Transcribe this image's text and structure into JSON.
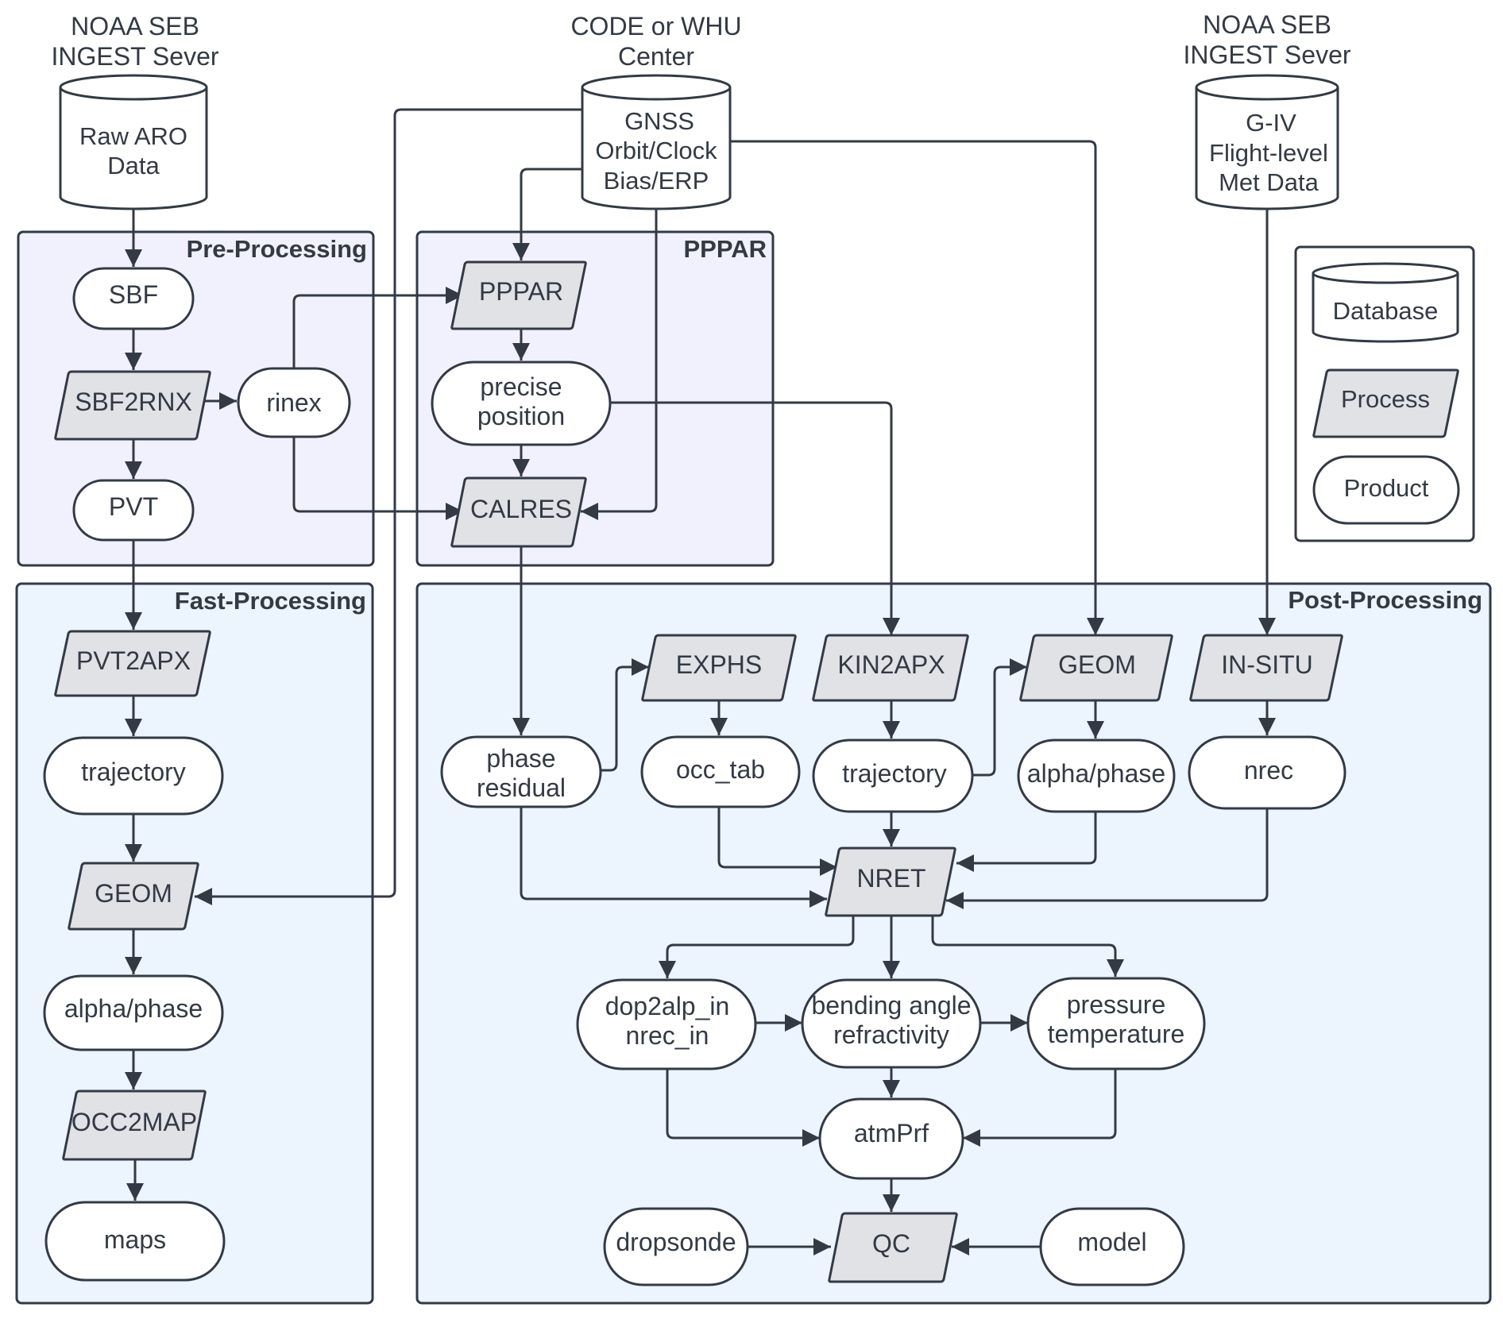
{
  "groups": {
    "pre_processing": "Pre-Processing",
    "pppar": "PPPAR",
    "fast_processing": "Fast-Processing",
    "post_processing": "Post-Processing"
  },
  "sources": {
    "noaa_left": {
      "line1": "NOAA SEB",
      "line2": "INGEST Sever"
    },
    "code_whu": {
      "line1": "CODE or WHU",
      "line2": "Center"
    },
    "noaa_right": {
      "line1": "NOAA SEB",
      "line2": "INGEST Sever"
    }
  },
  "databases": {
    "raw_aro": [
      "Raw ARO",
      "Data"
    ],
    "gnss": [
      "GNSS",
      "Orbit/Clock",
      "Bias/ERP"
    ],
    "giv": [
      "G-IV",
      "Flight-level",
      "Met Data"
    ]
  },
  "pre": {
    "sbf": "SBF",
    "sbf2rnx": "SBF2RNX",
    "rinex": "rinex",
    "pvt": "PVT"
  },
  "pppar_nodes": {
    "pppar": "PPPAR",
    "precise_position": [
      "precise",
      "position"
    ],
    "calres": "CALRES"
  },
  "fast": {
    "pvt2apx": "PVT2APX",
    "trajectory": "trajectory",
    "geom": "GEOM",
    "alpha_phase": "alpha/phase",
    "occ2map": "OCC2MAP",
    "maps": "maps"
  },
  "post": {
    "phase_residual": [
      "phase",
      "residual"
    ],
    "exphs": "EXPHS",
    "occ_tab": "occ_tab",
    "kin2apx": "KIN2APX",
    "trajectory": "trajectory",
    "geom": "GEOM",
    "alpha_phase": "alpha/phase",
    "in_situ": "IN-SITU",
    "nrec": "nrec",
    "nret": "NRET",
    "dop2alp": [
      "dop2alp_in",
      "nrec_in"
    ],
    "bending": [
      "bending angle",
      "refractivity"
    ],
    "pressure": [
      "pressure",
      "temperature"
    ],
    "atmprf": "atmPrf",
    "dropsonde": "dropsonde",
    "qc": "QC",
    "model": "model"
  },
  "legend": {
    "database": "Database",
    "process": "Process",
    "product": "Product"
  },
  "colors": {
    "stroke": "#333a45",
    "process_fill": "#e0e2e6",
    "pre_pppar_fill": "#f1f1fd",
    "fast_post_fill": "#ecf4fe"
  }
}
